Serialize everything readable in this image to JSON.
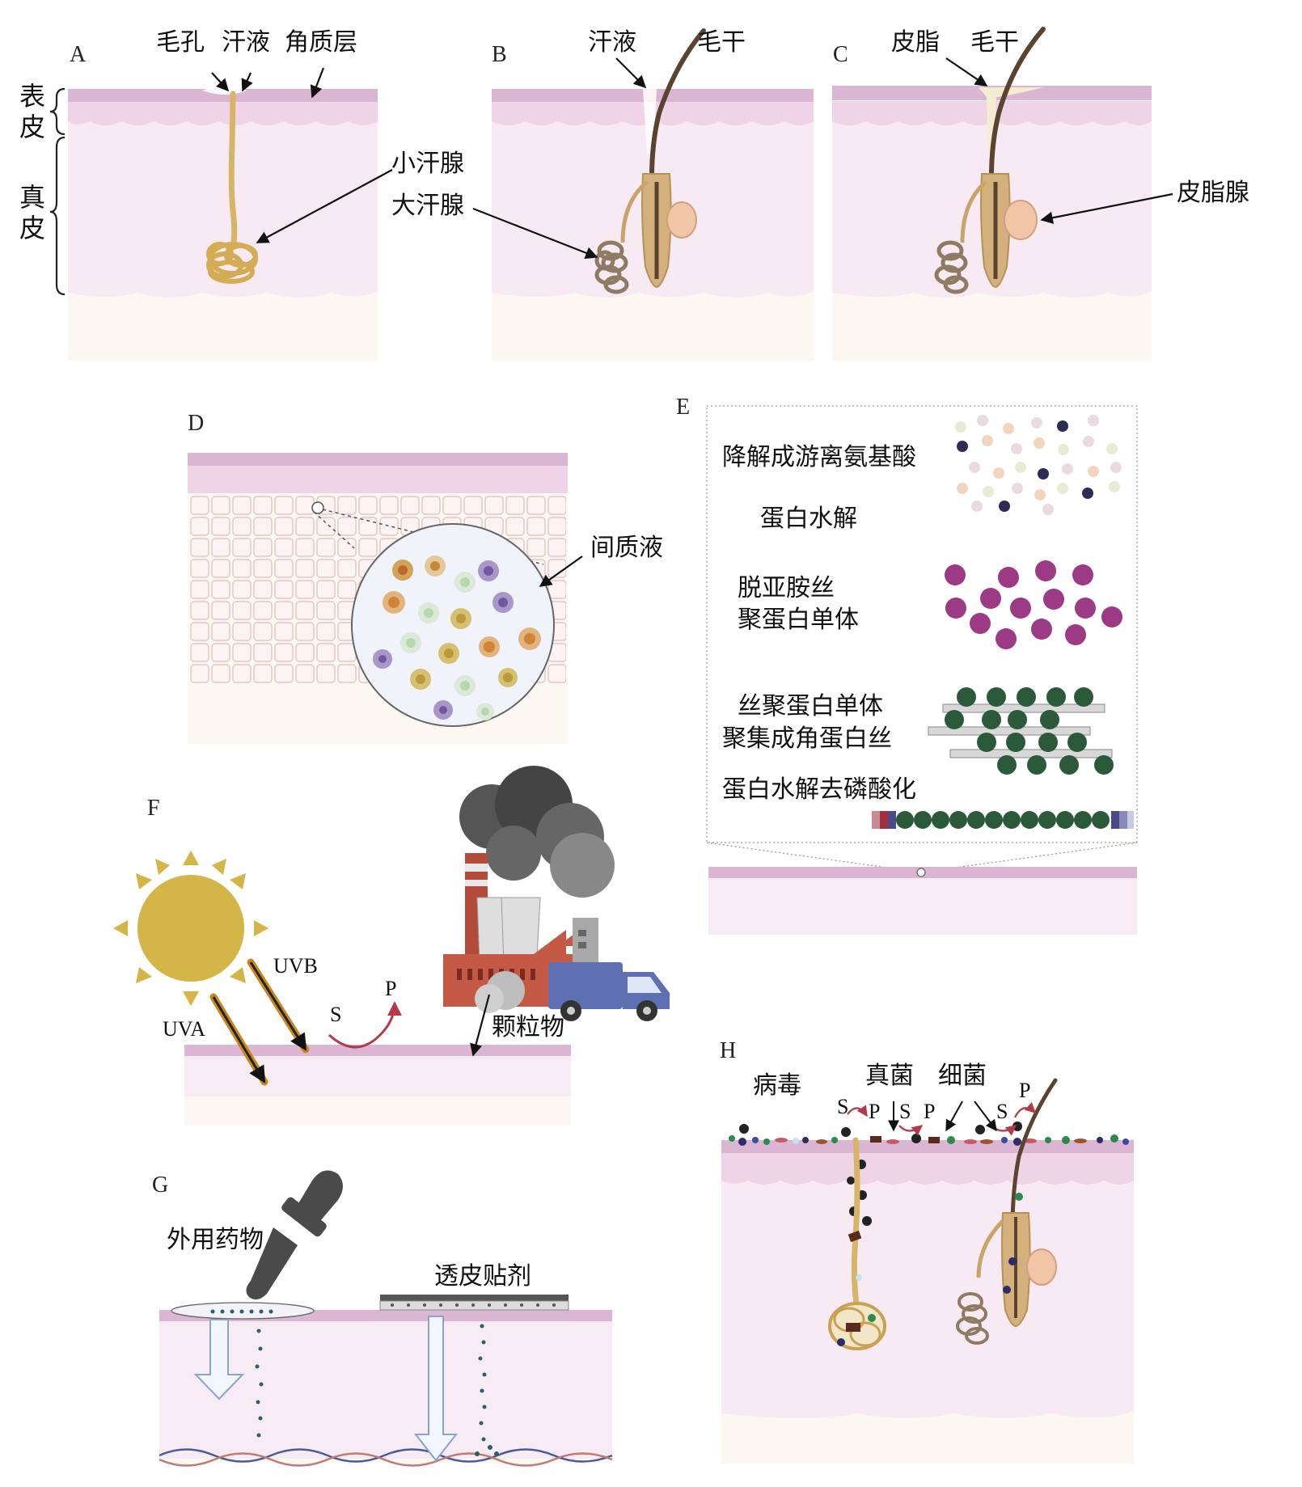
{
  "panels": {
    "A": {
      "letter": "A",
      "epidermis": "表皮",
      "dermis": "真皮",
      "pore": "毛孔",
      "sweat": "汗液",
      "stratum_corneum": "角质层",
      "eccrine_gland": "小汗腺"
    },
    "B": {
      "letter": "B",
      "sweat": "汗液",
      "hair_shaft": "毛干",
      "apocrine_gland": "大汗腺"
    },
    "C": {
      "letter": "C",
      "sebum": "皮脂",
      "hair_shaft": "毛干",
      "sebaceous_gland": "皮脂腺"
    },
    "D": {
      "letter": "D",
      "interstitial_fluid": "间质液"
    },
    "E": {
      "letter": "E",
      "step1": "降解成游离氨基酸",
      "step2": "蛋白水解",
      "step3_line1": "脱亚胺丝",
      "step3_line2": "聚蛋白单体",
      "step4_line1": "丝聚蛋白单体",
      "step4_line2": "聚集成角蛋白丝",
      "step5": "蛋白水解去磷酸化"
    },
    "F": {
      "letter": "F",
      "uva": "UVA",
      "uvb": "UVB",
      "s": "S",
      "p": "P",
      "particulates": "颗粒物"
    },
    "G": {
      "letter": "G",
      "topical_drug": "外用药物",
      "transdermal_patch": "透皮贴剂"
    },
    "H": {
      "letter": "H",
      "virus": "病毒",
      "fungi": "真菌",
      "bacteria": "细菌",
      "s": "S",
      "p": "P"
    }
  },
  "colors": {
    "stratum": "#dcbad6",
    "epidermis": "#f1dbed",
    "dermis": "#f8ecf4",
    "hypodermis": "#fbf8f1",
    "sun": "#d4b548",
    "purple_dot": "#9c3a86",
    "green_dot": "#2a5a3a",
    "gland": "#d6b263",
    "hair": "#5a4430"
  }
}
